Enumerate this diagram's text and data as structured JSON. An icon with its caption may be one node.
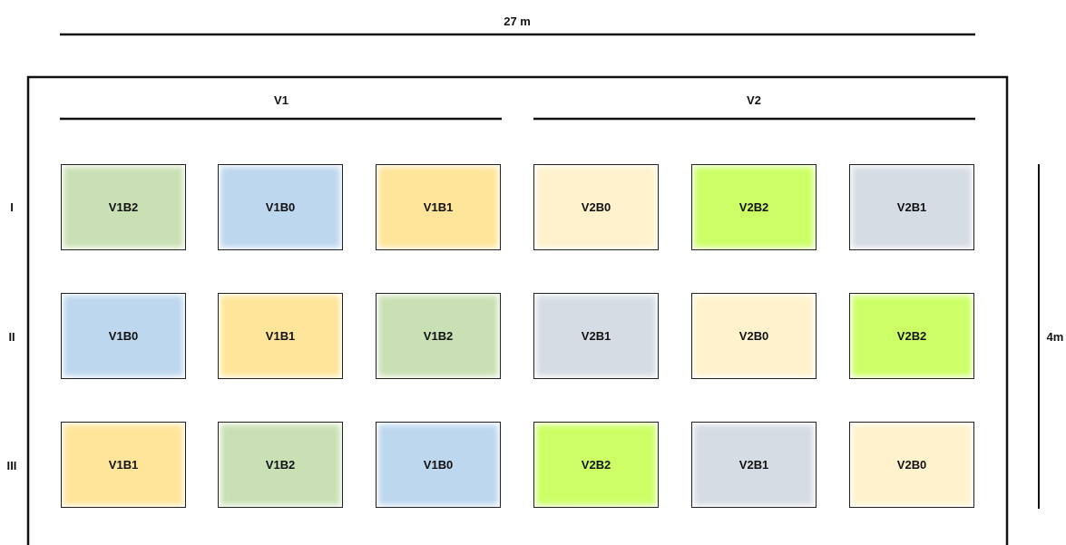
{
  "diagram": {
    "nodes": [
      {
        "text": [
          "V1B2"
        ]
      },
      {
        "text": [
          "V1B0"
        ]
      },
      {
        "text": [
          "V1B1"
        ]
      },
      {
        "text": [
          "V2B0"
        ]
      },
      {
        "text": [
          "V2B2"
        ]
      },
      {
        "text": [
          "V2B1"
        ]
      },
      {
        "text": [
          "V1B0"
        ]
      },
      {
        "text": [
          "V1B1"
        ]
      },
      {
        "text": [
          "V1B2"
        ]
      },
      {
        "text": [
          "V2B1"
        ]
      },
      {
        "text": [
          "V2B0"
        ]
      },
      {
        "text": [
          "V2B2"
        ]
      },
      {
        "text": [
          "V1B1"
        ]
      },
      {
        "text": [
          "V1B2"
        ]
      },
      {
        "text": [
          "V1B0"
        ]
      },
      {
        "text": [
          "V2B2"
        ]
      },
      {
        "text": [
          "V2B1"
        ]
      },
      {
        "text": [
          "V2B0"
        ]
      }
    ],
    "edges": [],
    "labels": [
      "27 m",
      "V1",
      "V2",
      "I",
      "II",
      "III",
      "4m"
    ]
  }
}
